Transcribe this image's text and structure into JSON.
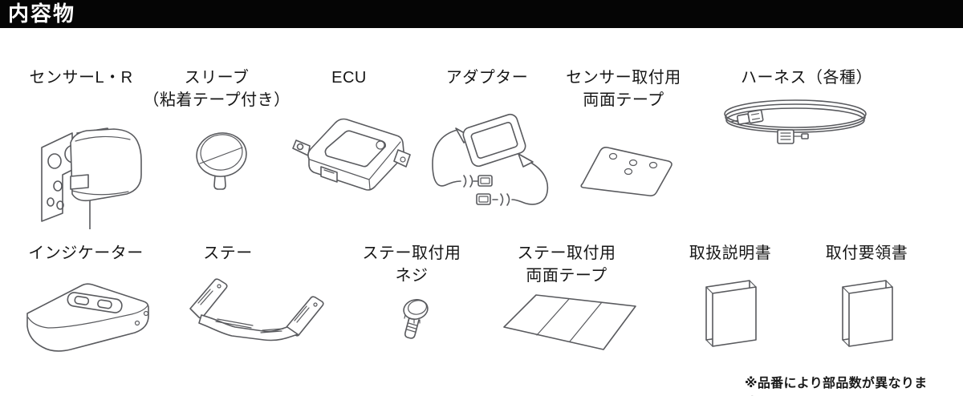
{
  "header": {
    "title": "内容物"
  },
  "items": [
    {
      "id": "sensor-lr",
      "label": "センサーL・R"
    },
    {
      "id": "sleeve",
      "label": "スリーブ\n（粘着テープ付き）"
    },
    {
      "id": "ecu",
      "label": "ECU"
    },
    {
      "id": "adapter",
      "label": "アダプター"
    },
    {
      "id": "sensor-tape",
      "label": "センサー取付用\n両面テープ"
    },
    {
      "id": "harness",
      "label": "ハーネス（各種）"
    },
    {
      "id": "indicator",
      "label": "インジケーター"
    },
    {
      "id": "stay",
      "label": "ステー"
    },
    {
      "id": "stay-screw",
      "label": "ステー取付用\nネジ"
    },
    {
      "id": "stay-tape",
      "label": "ステー取付用\n両面テープ"
    },
    {
      "id": "manual",
      "label": "取扱説明書"
    },
    {
      "id": "install-guide",
      "label": "取付要領書"
    }
  ],
  "footer": {
    "note": "※品番により部品数が異なります"
  },
  "colors": {
    "header_bg": "#050505",
    "header_text": "#ffffff",
    "label_text": "#161616",
    "line_art": "#595a5e",
    "background": "#ffffff"
  }
}
